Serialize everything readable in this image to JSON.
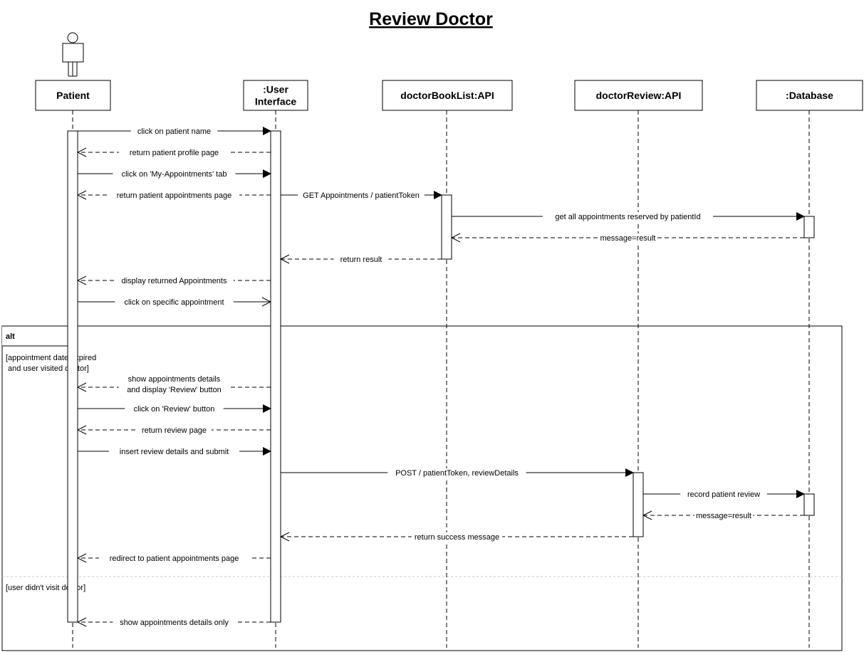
{
  "title": "Review Doctor",
  "lifelines": [
    {
      "id": "patient",
      "name": "Patient",
      "is_actor": true
    },
    {
      "id": "ui",
      "name": ":User\nInterface"
    },
    {
      "id": "booklist",
      "name": "doctorBookList:API"
    },
    {
      "id": "review",
      "name": "doctorReview:API"
    },
    {
      "id": "db",
      "name": ":Database"
    }
  ],
  "messages": [
    {
      "from": "patient",
      "to": "ui",
      "text": "click on patient name",
      "kind": "sync"
    },
    {
      "from": "ui",
      "to": "patient",
      "text": "return patient profile page",
      "kind": "return"
    },
    {
      "from": "patient",
      "to": "ui",
      "text": "click on 'My-Appointments' tab",
      "kind": "sync"
    },
    {
      "from": "ui",
      "to": "patient",
      "text": "return patient appointments page",
      "kind": "return"
    },
    {
      "from": "ui",
      "to": "booklist",
      "text": "GET Appointments / patientToken",
      "kind": "sync"
    },
    {
      "from": "booklist",
      "to": "db",
      "text": "get all appointments reserved by patientId",
      "kind": "sync"
    },
    {
      "from": "db",
      "to": "booklist",
      "text": "message=result",
      "kind": "return"
    },
    {
      "from": "booklist",
      "to": "ui",
      "text": "return result",
      "kind": "return"
    },
    {
      "from": "ui",
      "to": "patient",
      "text": "display returned Appointments",
      "kind": "return"
    },
    {
      "from": "patient",
      "to": "ui",
      "text": "click on specific appointment",
      "kind": "async"
    },
    {
      "from": "ui",
      "to": "patient",
      "text": "show appointments details\nand display 'Review' button",
      "kind": "return"
    },
    {
      "from": "patient",
      "to": "ui",
      "text": "click on 'Review' button",
      "kind": "sync"
    },
    {
      "from": "ui",
      "to": "patient",
      "text": "return review page",
      "kind": "return"
    },
    {
      "from": "patient",
      "to": "ui",
      "text": "insert review details and submit",
      "kind": "sync"
    },
    {
      "from": "ui",
      "to": "review",
      "text": "POST / patientToken, reviewDetails",
      "kind": "sync"
    },
    {
      "from": "review",
      "to": "db",
      "text": "record patient review",
      "kind": "sync"
    },
    {
      "from": "db",
      "to": "review",
      "text": "message=result",
      "kind": "return"
    },
    {
      "from": "review",
      "to": "ui",
      "text": "return success message",
      "kind": "return"
    },
    {
      "from": "ui",
      "to": "patient",
      "text": "redirect to patient appointments page",
      "kind": "return"
    },
    {
      "from": "ui",
      "to": "patient",
      "text": "show appointments details only",
      "kind": "return"
    }
  ],
  "alt_frame": {
    "operator": "alt",
    "guards": [
      "[appointment date expired\n and user visited doctor]",
      "[user didn't visit doctor]"
    ]
  }
}
